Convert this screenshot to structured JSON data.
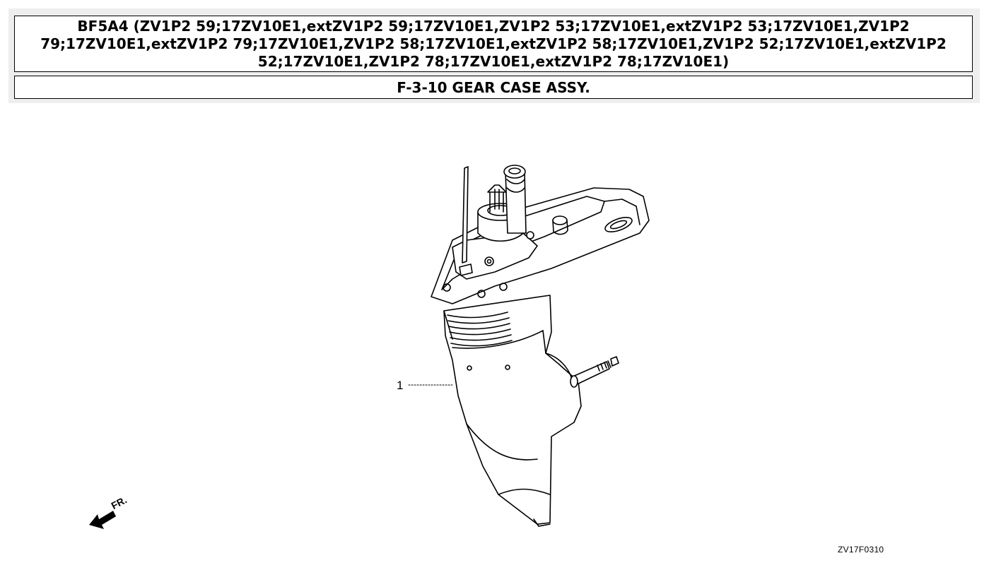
{
  "header": {
    "title": "BF5A4 (ZV1P2 59;17ZV10E1,extZV1P2 59;17ZV10E1,ZV1P2 53;17ZV10E1,extZV1P2 53;17ZV10E1,ZV1P2 79;17ZV10E1,extZV1P2 79;17ZV10E1,ZV1P2 58;17ZV10E1,extZV1P2 58;17ZV10E1,ZV1P2 52;17ZV10E1,extZV1P2 52;17ZV10E1,ZV1P2 78;17ZV10E1,extZV1P2 78;17ZV10E1)",
    "subtitle": "F-3-10 GEAR CASE ASSY."
  },
  "diagram": {
    "callout_number": "1",
    "direction_label": "FR.",
    "drawing_code": "ZV17F0310"
  }
}
